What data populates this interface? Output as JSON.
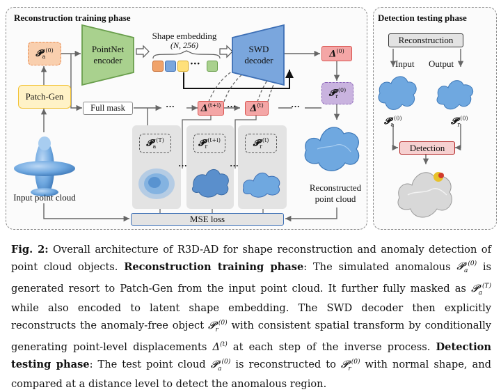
{
  "panels": {
    "recon_title": "Reconstruction training phase",
    "detect_title": "Detection testing phase"
  },
  "blocks": {
    "pa0_sym": "𝓟",
    "pa0_sub": "a",
    "pa0_sup": "(0)",
    "patchgen": "Patch-Gen",
    "pointnet": "PointNet encoder",
    "shape_emb": "Shape embedding",
    "shape_dim": "(N, 256)",
    "swd": "SWD decoder",
    "delta0_sym": "Δ",
    "delta0_sup": "(0)",
    "pr0_sym": "𝓟",
    "pr0_sub": "r",
    "pr0_sup": "(0)",
    "full_mask": "Full mask",
    "delta_ti_sup": "(t+i)",
    "delta_t_sup": "(t)",
    "paT_sup": "(T)",
    "prti_sup": "(t+i)",
    "prt_sup": "(t)",
    "dots": "···",
    "input_cloud": "Input point cloud",
    "recon_cloud_1": "Reconstructed",
    "recon_cloud_2": "point cloud",
    "mse": "MSE loss"
  },
  "detect": {
    "reconstruction": "Reconstruction",
    "input": "Input",
    "output": "Output",
    "detection": "Detection",
    "pa_sup": "(0)",
    "pr_sup": "(0)"
  },
  "caption": {
    "fig": "Fig. 2:",
    "p1": " Overall architecture of R3D-AD for shape reconstruction and anomaly detection of point cloud objects. ",
    "b1": "Reconstruction training phase",
    "p2": ": The simulated anomalous ",
    "p3": " is generated resort to Patch-Gen from the input point cloud. It further fully masked as ",
    "p4": " while also encoded to latent shape embedding. The SWD decoder then explicitly reconstructs the anomaly-free object ",
    "p5": " with consistent spatial transform by conditionally generating point-level displacements ",
    "p6": " at each step of the inverse process. ",
    "b2": "Detection testing phase",
    "p7": ": The test point cloud ",
    "p8": " is reconstructed to ",
    "p9": " with normal shape, and compared at a distance level to detect the anomalous region."
  },
  "colors": {
    "orange_fill": "#f9cfae",
    "orange_border": "#e8894d",
    "yellow_fill": "#fff2c7",
    "yellow_border": "#f2c132",
    "green_fill": "#a9d18e",
    "green_border": "#6a9f4d",
    "blue_fill": "#7aa6dd",
    "blue_border": "#3d6fb5",
    "red_fill": "#f4a6a6",
    "red_border": "#d9534f",
    "purple_fill": "#c9b3df",
    "purple_border": "#8a63b8",
    "cloud_blue": "#6fa8e0"
  }
}
